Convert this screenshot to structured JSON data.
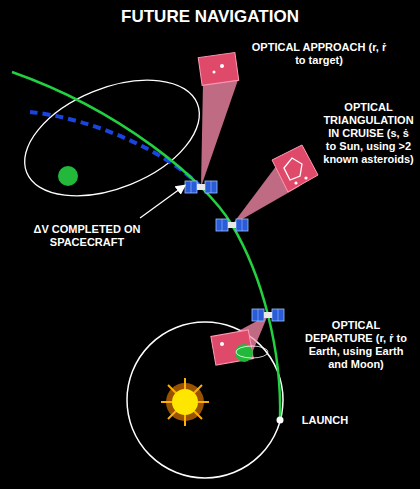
{
  "diagram": {
    "title": "FUTURE NAVIGATION",
    "labels": [
      "OPTICAL APPROACH (r, ṙ to target)",
      "OPTICAL TRIANGULATION IN CRUISE (s, ṡ to Sun, using >2 known asteroids)",
      "ΔV COMPLETED ON SPACECRAFT",
      "OPTICAL DEPARTURE (r, ṙ to Earth, using Earth and Moon)",
      "LAUNCH"
    ]
  }
}
